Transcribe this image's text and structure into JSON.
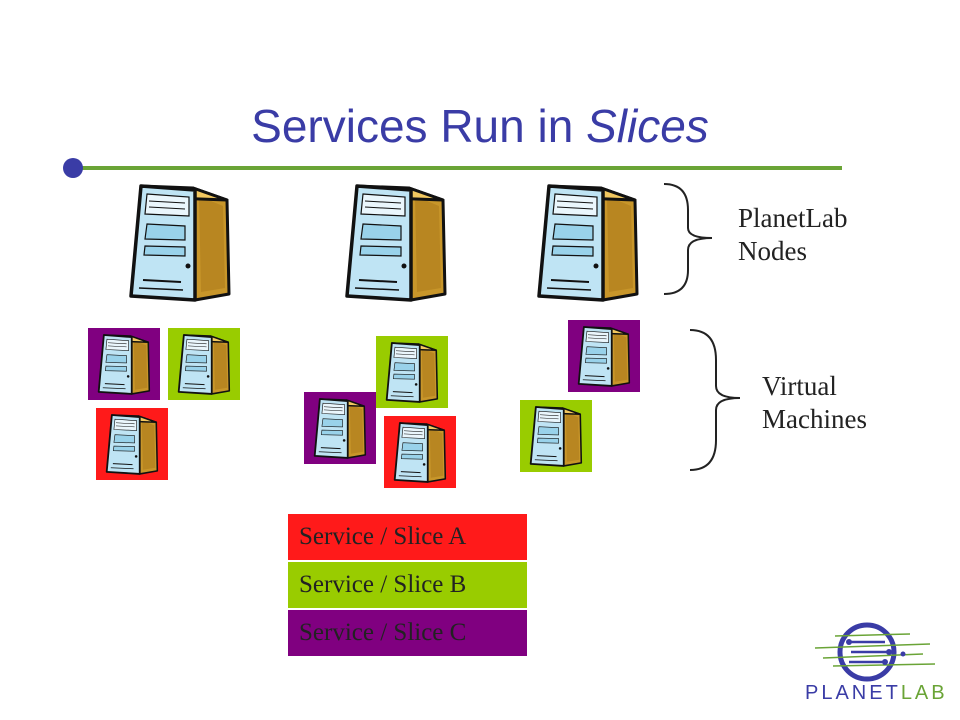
{
  "title": {
    "main": "Services Run in ",
    "emphasis": "Slices"
  },
  "labels": {
    "nodes_line1": "PlanetLab",
    "nodes_line2": "Nodes",
    "vms_line1": "Virtual",
    "vms_line2": "Machines"
  },
  "legend": [
    {
      "label": "Service / Slice A",
      "color": "#ff1a1a"
    },
    {
      "label": "Service / Slice B",
      "color": "#99cc00"
    },
    {
      "label": "Service / Slice C",
      "color": "#800080"
    }
  ],
  "logo": {
    "part1": "PLANET",
    "part2": "LAB"
  },
  "icons": {
    "node": "server-tower-icon",
    "vm": "virtual-machine-icon",
    "brace": "curly-brace-icon"
  }
}
